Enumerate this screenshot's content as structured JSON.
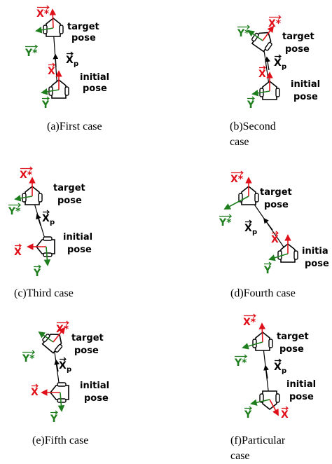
{
  "figure": {
    "panels": [
      {
        "id": "a",
        "caption": "(a)First case",
        "labels": {
          "x_star": "X*",
          "y_star": "Y*",
          "target_1": "target",
          "target_2": "pose",
          "xp": "X",
          "xp_sub": "p",
          "x": "X",
          "y": "Y",
          "initial_1": "initial",
          "initial_2": "pose"
        }
      },
      {
        "id": "b",
        "caption_1": "(b)Second",
        "caption_2": "case",
        "labels": {
          "x_star": "X*",
          "y_star": "Y*",
          "target_1": "target",
          "target_2": "pose",
          "xp": "X",
          "xp_sub": "p",
          "x": "X",
          "y": "Y",
          "initial_1": "initial",
          "initial_2": "pose"
        }
      },
      {
        "id": "c",
        "caption": "(c)Third case",
        "labels": {
          "x_star": "X*",
          "y_star": "Y*",
          "target_1": "target",
          "target_2": "pose",
          "xp": "X",
          "xp_sub": "p",
          "x": "X",
          "y": "Y",
          "initial_1": "initial",
          "initial_2": "pose"
        }
      },
      {
        "id": "d",
        "caption": "(d)Fourth case",
        "labels": {
          "x_star": "X*",
          "y_star": "Y*",
          "target_1": "target",
          "target_2": "pose",
          "xp": "X",
          "xp_sub": "p",
          "x": "X",
          "y": "Y",
          "initial_1": "initia",
          "initial_2": "pose"
        }
      },
      {
        "id": "e",
        "caption": "(e)Fifth case",
        "labels": {
          "x_star": "X*",
          "y_star": "Y*",
          "target_1": "target",
          "target_2": "pose",
          "xp": "X",
          "xp_sub": "p",
          "x": "X",
          "y": "Y",
          "initial_1": "initial",
          "initial_2": "pose"
        }
      },
      {
        "id": "f",
        "caption_1": "(f)Particular",
        "caption_2": "case",
        "labels": {
          "x_star": "X*",
          "y_star": "Y*",
          "target_1": "target",
          "target_2": "pose",
          "xp": "X",
          "xp_sub": "p",
          "x": "X",
          "y": "Y",
          "initial_1": "initial",
          "initial_2": "pose"
        }
      }
    ],
    "colors": {
      "x_axis": "#e0101a",
      "y_axis": "#1e7e1e",
      "robot": "#000000"
    }
  }
}
